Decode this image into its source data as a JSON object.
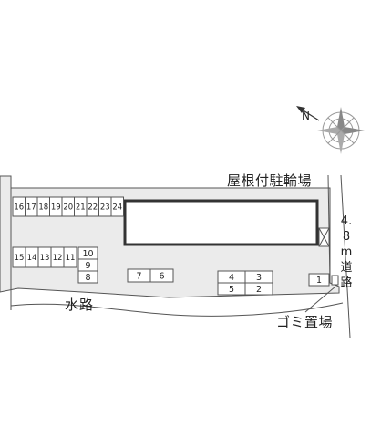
{
  "labels": {
    "bicycle_parking": "屋根付駐輪場",
    "waterway": "水路",
    "garbage_area": "ゴミ置場",
    "road": "4.8m道路"
  },
  "compass": {
    "north_letter": "N",
    "icon": "compass-rose-icon"
  },
  "parking_slots": {
    "top_row": [
      "16",
      "17",
      "18",
      "19",
      "20",
      "21",
      "22",
      "23",
      "24"
    ],
    "left_row": [
      "15",
      "14",
      "13",
      "12",
      "11"
    ],
    "stack": [
      "10",
      "9",
      "8"
    ],
    "middle_pair": [
      "7",
      "6"
    ],
    "block_top": [
      "4",
      "3"
    ],
    "block_bottom": [
      "5",
      "2"
    ],
    "single": [
      "1"
    ]
  },
  "colors": {
    "line": "#444444",
    "site_fill": "#ebebeb",
    "building_fill": "#ffffff",
    "building_border": "#333333"
  }
}
